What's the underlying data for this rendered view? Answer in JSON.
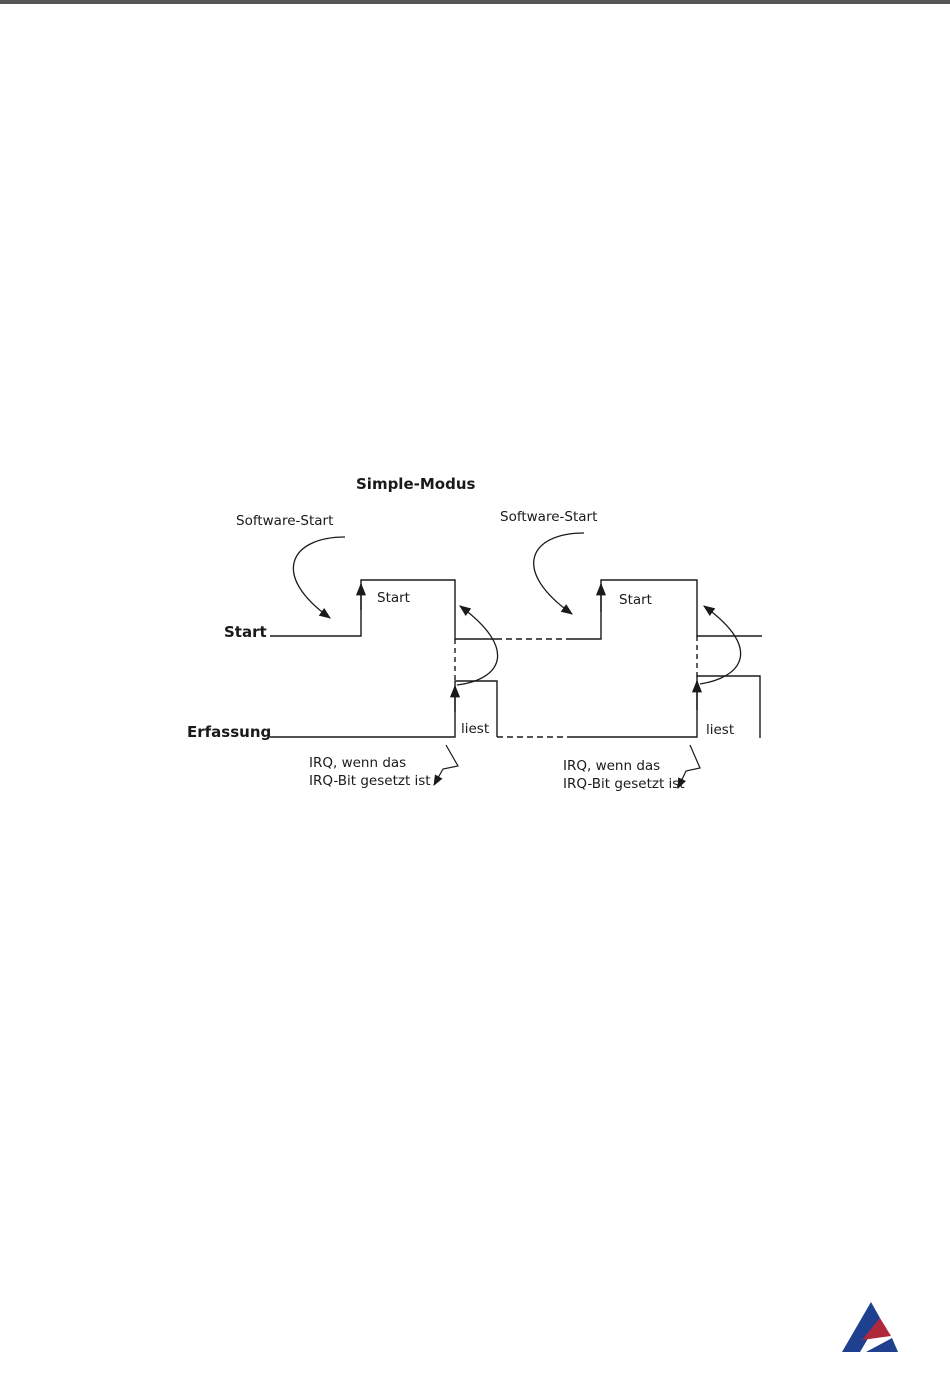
{
  "diagram": {
    "title": "Simple-Modus",
    "row_labels": {
      "start": "Start",
      "capture": "Erfassung"
    },
    "software_start_labels": [
      "Software-Start",
      "Software-Start"
    ],
    "start_pulse_labels": [
      "Start",
      "Start"
    ],
    "read_labels": [
      "liest",
      "liest"
    ],
    "irq_labels": [
      {
        "line1": "IRQ, wenn das",
        "line2": "IRQ-Bit gesetzt ist"
      },
      {
        "line1": "IRQ, wenn das",
        "line2": "IRQ-Bit gesetzt ist"
      }
    ]
  },
  "colors": {
    "rule": "#555555",
    "line": "#1a1a1a",
    "logo_blue": "#1f3f8f",
    "logo_red": "#b0283c"
  },
  "icons": {
    "logo": "company-triangle-logo"
  }
}
